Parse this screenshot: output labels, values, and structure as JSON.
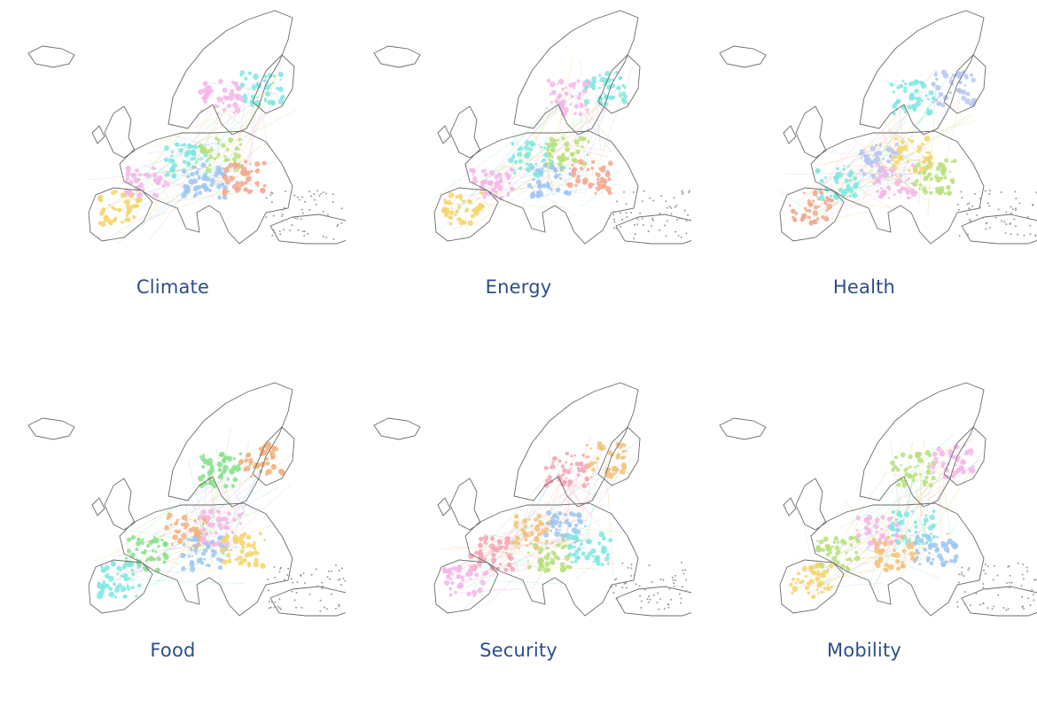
{
  "tiles": [
    {
      "label": "Climate",
      "palette": [
        "#f4b6e8",
        "#7fe8e0",
        "#b7e07a",
        "#9ec5f2",
        "#f3a78f",
        "#f6d36b"
      ]
    },
    {
      "label": "Energy",
      "palette": [
        "#f4b6e8",
        "#7fe8e0",
        "#b7e07a",
        "#9ec5f2",
        "#f3a78f",
        "#f6d36b"
      ]
    },
    {
      "label": "Health",
      "palette": [
        "#7fe8e0",
        "#b7c7f2",
        "#f6d36b",
        "#f4b6e8",
        "#b7e07a",
        "#f3a78f"
      ]
    },
    {
      "label": "Food",
      "palette": [
        "#86e08a",
        "#f3b07a",
        "#f4b6e8",
        "#9ec5f2",
        "#f6d36b",
        "#7fe8e0"
      ]
    },
    {
      "label": "Security",
      "palette": [
        "#f4a3b4",
        "#f3c27a",
        "#9ec5f2",
        "#b7e07a",
        "#7fe8e0",
        "#f4b6e8"
      ]
    },
    {
      "label": "Mobility",
      "palette": [
        "#b7e07a",
        "#f4b6e8",
        "#7fe8e0",
        "#f3c27a",
        "#9ec5f2",
        "#f6d36b"
      ]
    }
  ],
  "colors": {
    "caption": "#2b4e8c",
    "outline": "#6b6b6b"
  },
  "icons": {
    "map": "europe-network-map"
  }
}
